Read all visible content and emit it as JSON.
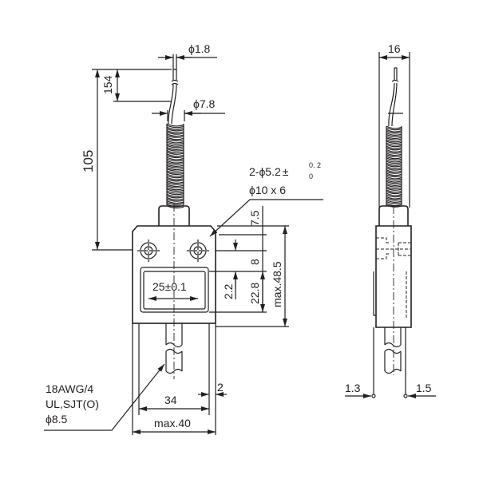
{
  "front_view": {
    "wire_diameter": "ϕ1.8",
    "wire_strip_length": "154",
    "overall_actuator_length": "105",
    "spring_diameter": "ϕ7.8",
    "mounting_holes": {
      "line1": "2-ϕ5.2",
      "tolerance_symbol": "±",
      "tol_upper": "0. 2",
      "tol_lower": "0",
      "line2": "ϕ10 x 6"
    },
    "dim_7_5": "7.5",
    "dim_8": "8",
    "dim_2_2": "2.2",
    "dim_22_8": "22.8",
    "dim_max_48_5": "max.48.5",
    "hole_pitch": "25±0.1",
    "dim_2": "2",
    "dim_34": "34",
    "dim_max_40": "max.40",
    "cable_spec": [
      "18AWG/4",
      "UL,SJT(O)",
      "ϕ8.5"
    ]
  },
  "side_view": {
    "width": "16",
    "left_offset": "1.3",
    "right_offset": "1.5"
  }
}
